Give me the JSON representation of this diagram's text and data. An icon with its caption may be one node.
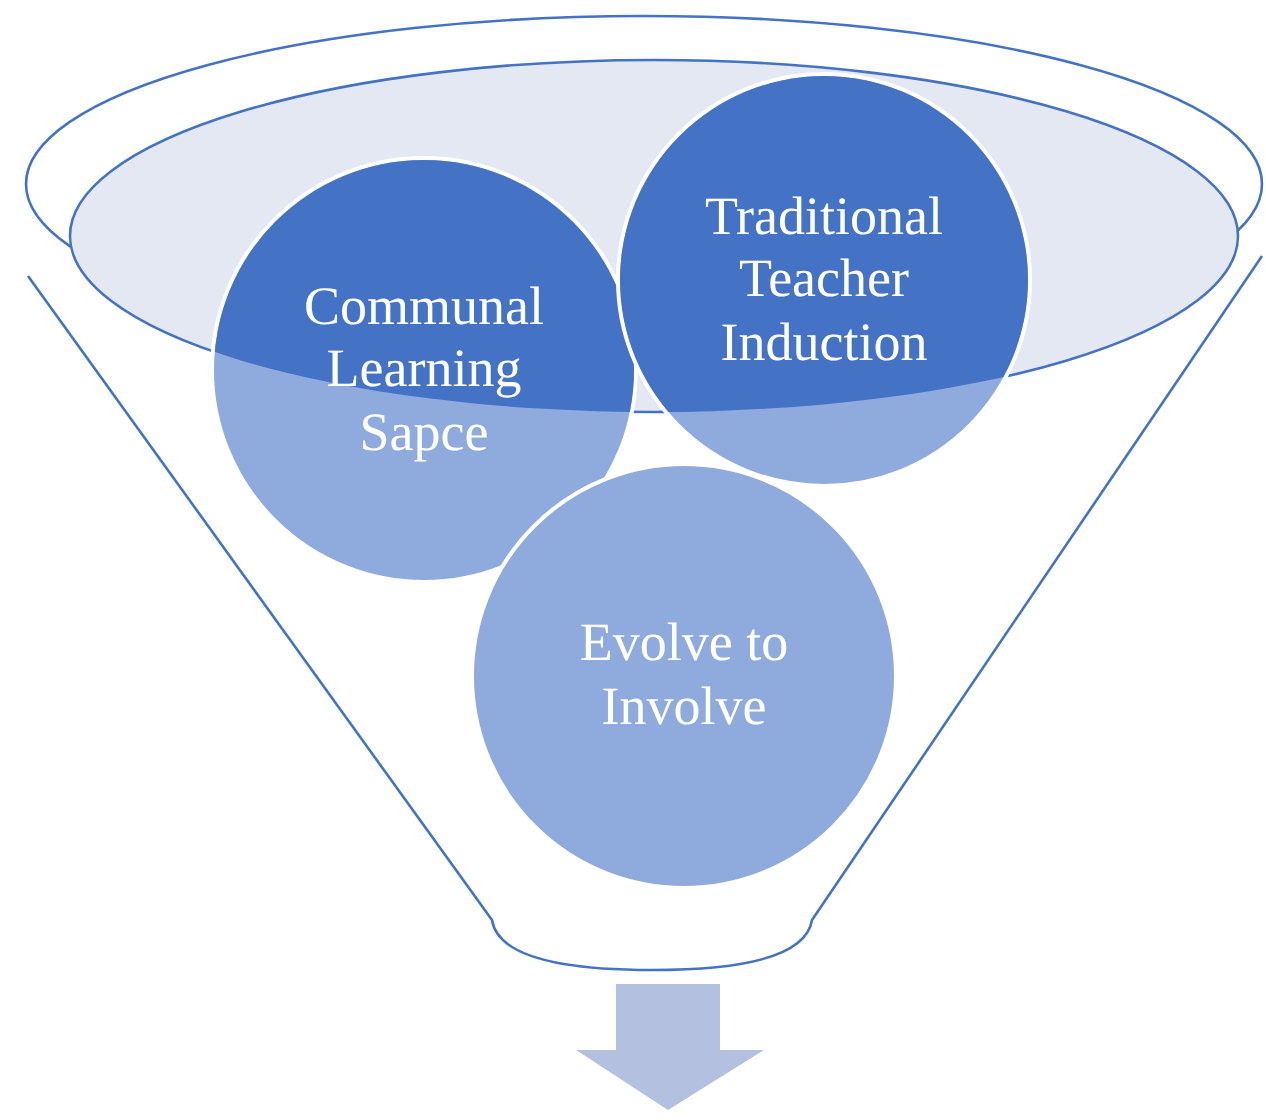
{
  "diagram": {
    "nodes": [
      {
        "text": [
          "Communal Learning Sapce"
        ]
      },
      {
        "text": [
          "Traditional Teacher Induction"
        ]
      },
      {
        "text": [
          "Evolve to Involve"
        ]
      }
    ]
  }
}
